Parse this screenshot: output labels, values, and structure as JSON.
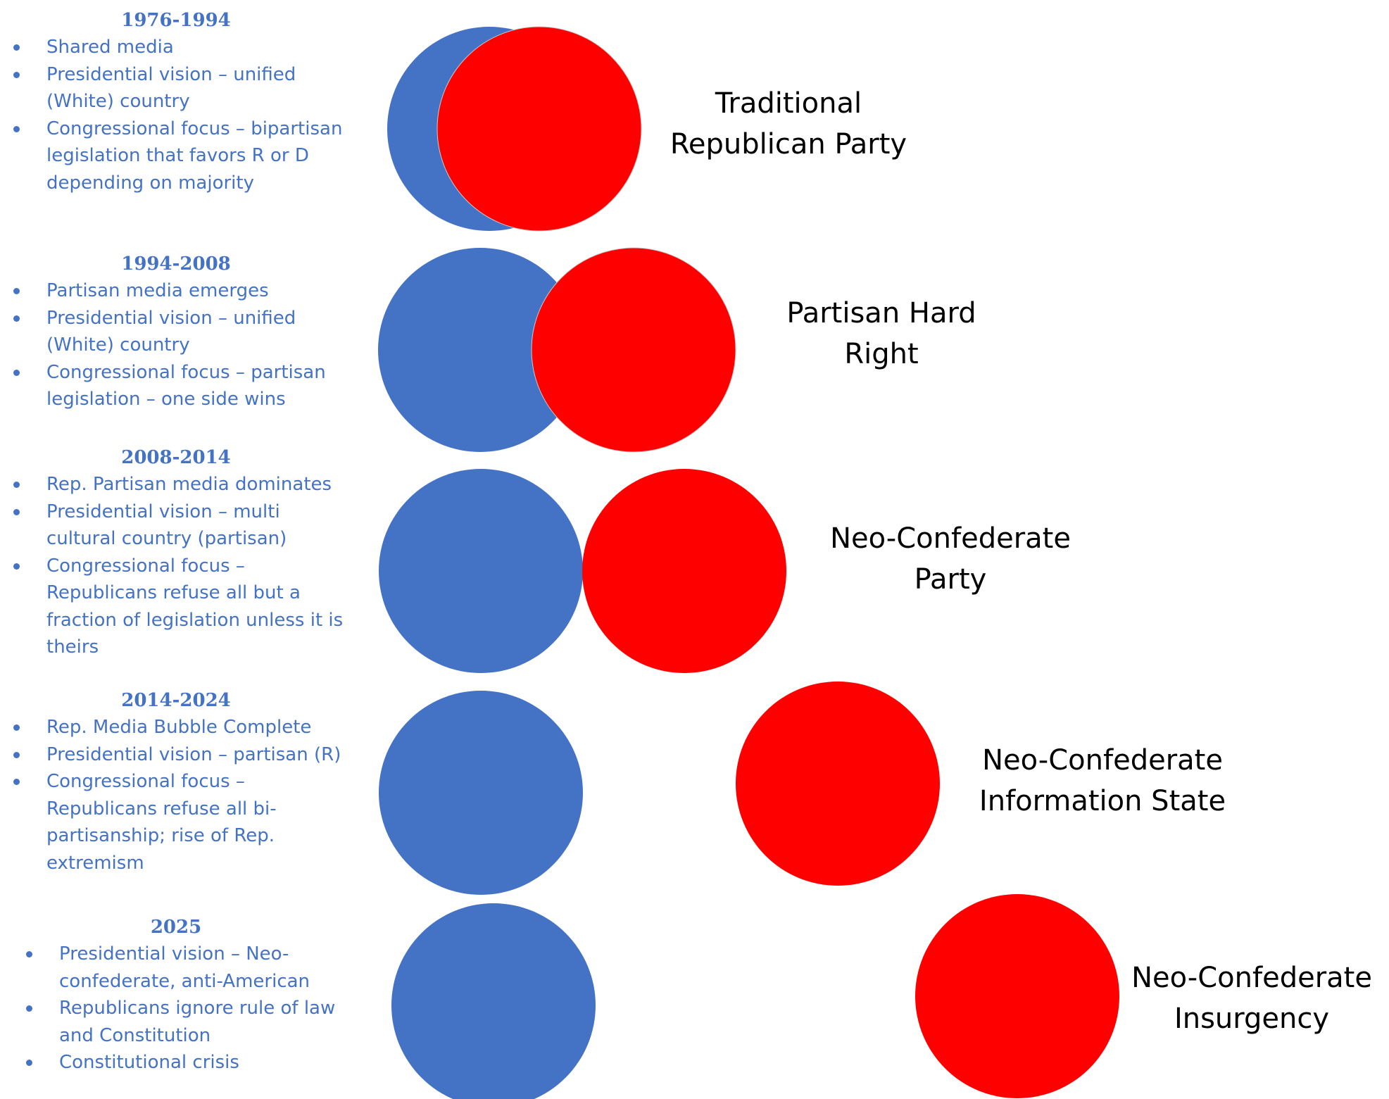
{
  "colors": {
    "text_blue": "#4472C4",
    "circle_blue": "#4472C4",
    "circle_red": "#FF0000",
    "label_black": "#000000"
  },
  "eras": [
    {
      "title": "1976-1994",
      "bullets": [
        "Shared media",
        "Presidential vision – unified (White) country",
        "Congressional focus – bipartisan legislation that favors R or D depending on majority"
      ],
      "label": [
        "Traditional",
        "Republican Party"
      ]
    },
    {
      "title": "1994-2008",
      "bullets": [
        "Partisan media emerges",
        "Presidential vision – unified (White) country",
        "Congressional focus – partisan legislation – one side wins"
      ],
      "label": [
        "Partisan Hard",
        "Right"
      ]
    },
    {
      "title": "2008-2014",
      "bullets": [
        "Rep. Partisan media dominates",
        "Presidential vision – multi cultural country (partisan)",
        "Congressional focus – Republicans refuse all but a fraction of legislation unless it is theirs"
      ],
      "label": [
        "Neo-Confederate",
        "Party"
      ]
    },
    {
      "title": "2014-2024",
      "bullets": [
        "Rep. Media Bubble Complete",
        "Presidential vision – partisan (R)",
        "Congressional focus – Republicans refuse all bi-partisanship; rise of Rep. extremism"
      ],
      "label": [
        "Neo-Confederate",
        "Information State"
      ]
    },
    {
      "title": "2025",
      "bullets": [
        "Presidential vision – Neo-confederate, anti-American",
        "Republicans ignore rule of law and Constitution",
        "Constitutional crisis"
      ],
      "label": [
        "Neo-Confederate",
        "Insurgency"
      ]
    }
  ]
}
